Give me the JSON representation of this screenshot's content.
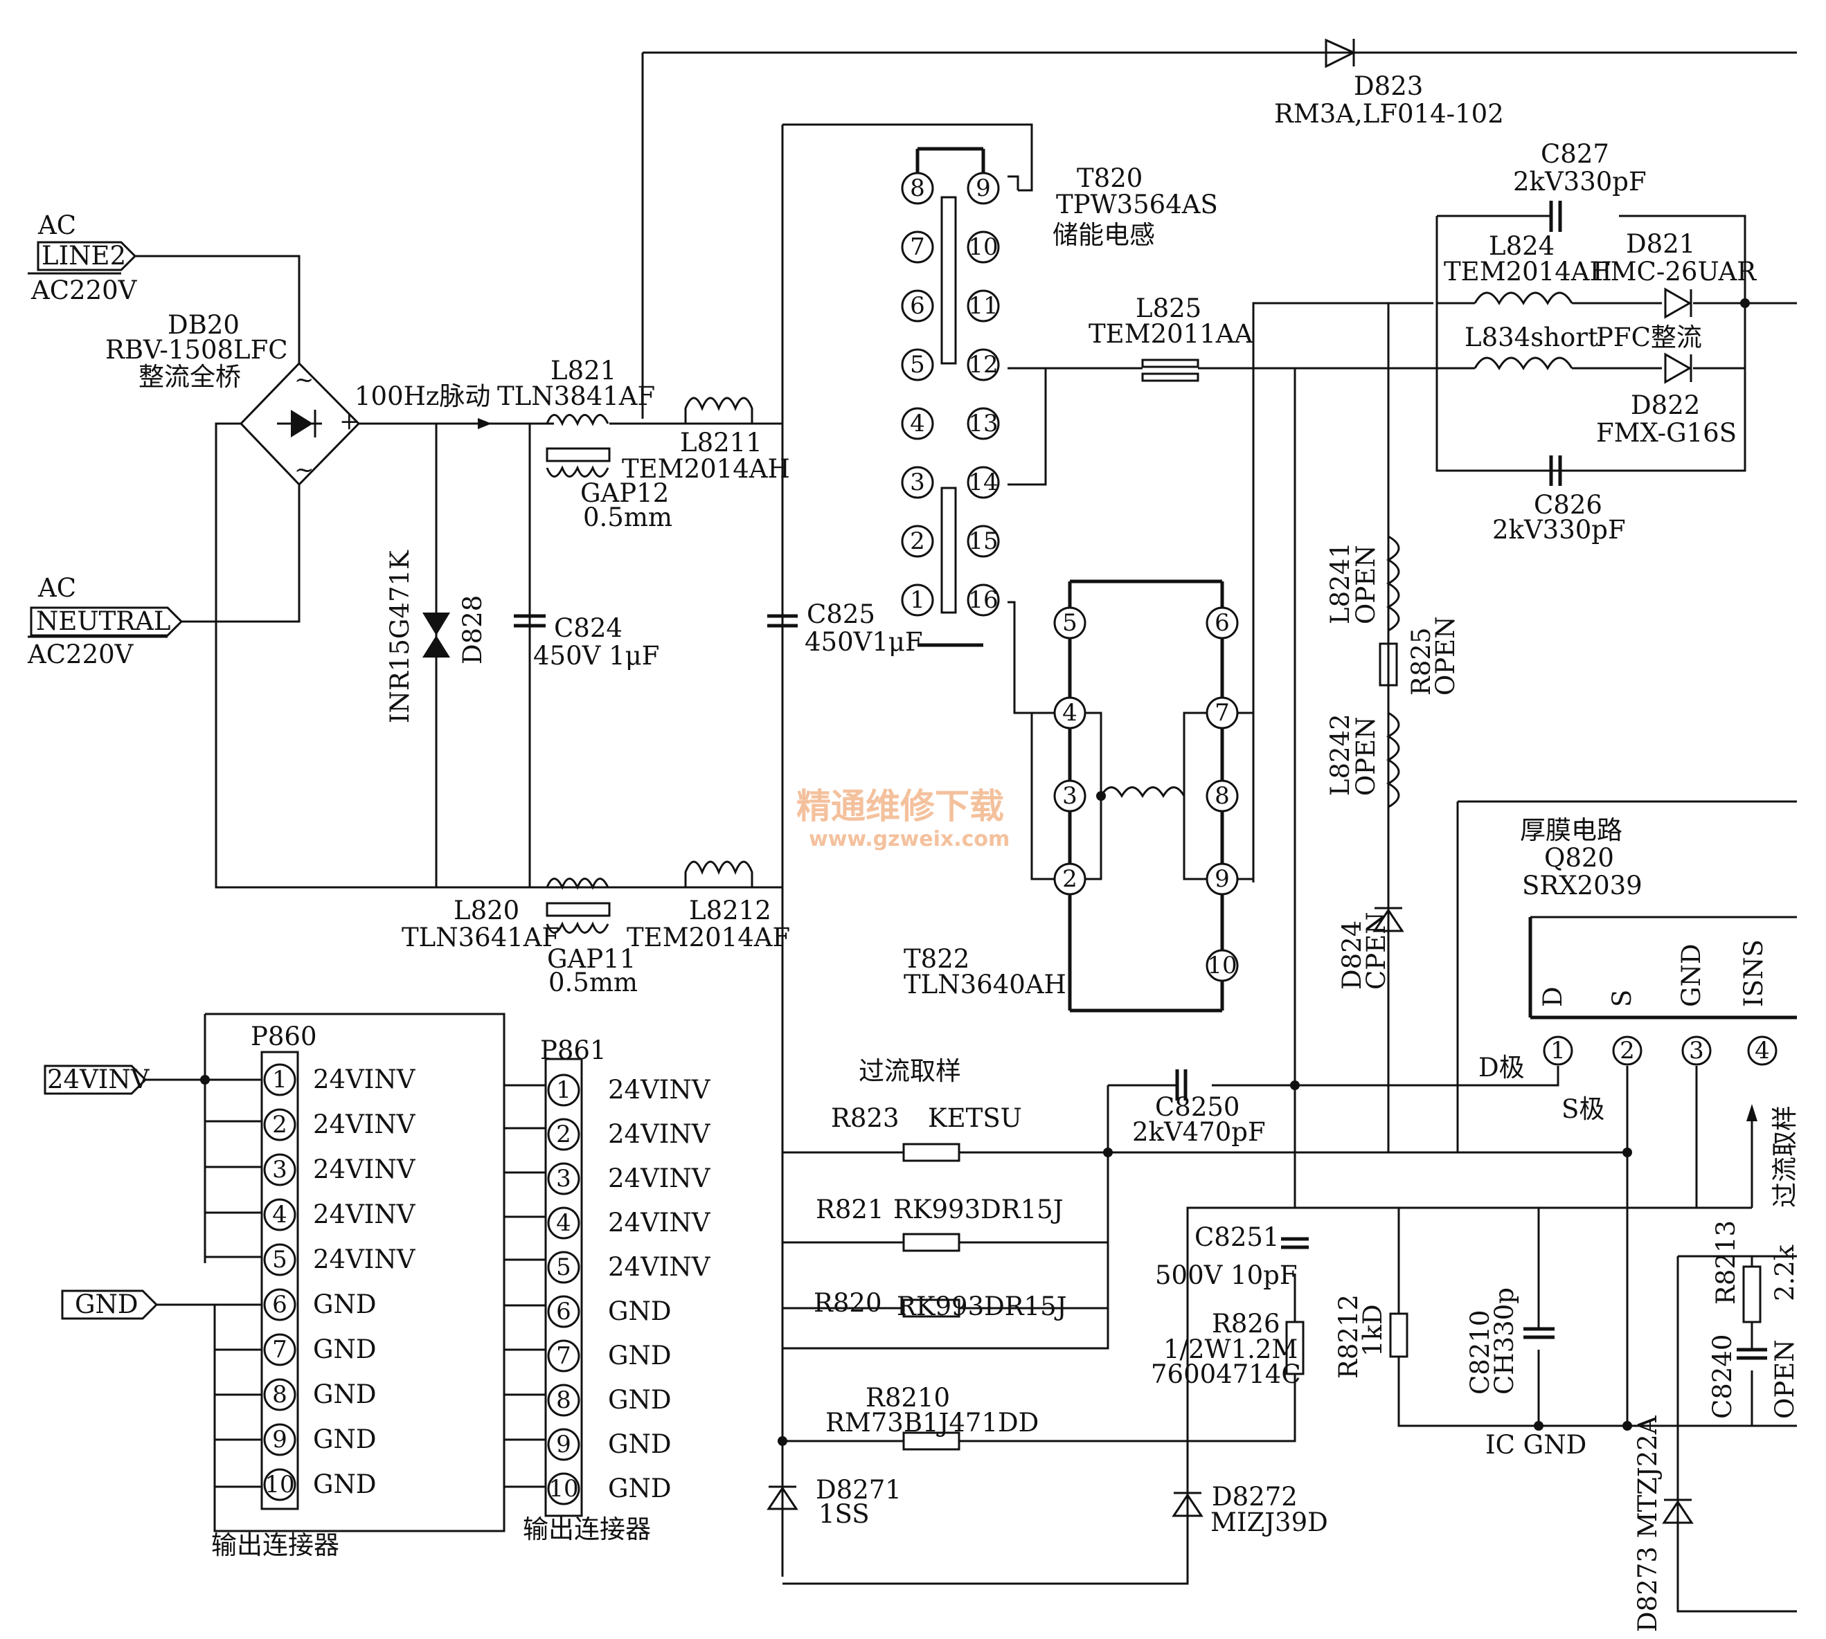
{
  "watermark": {
    "line1": "精通维修下载",
    "line2": "www.gzweix.com"
  },
  "input": {
    "ac_top": "AC",
    "line2_tag": "LINE2",
    "ac220_top": "AC220V",
    "ac_bottom": "AC",
    "neutral_tag": "NEUTRAL",
    "ac220_bottom": "AC220V",
    "v24_tag": "24VINV",
    "gnd_tag": "GND"
  },
  "rectifier": {
    "ref": "DB20",
    "part": "RBV-1508LFC",
    "desc": "整流全桥",
    "output_note": "100Hz脉动"
  },
  "varistor": {
    "part": "INR15G471K",
    "ref": "D828"
  },
  "caps": {
    "c824_ref": "C824",
    "c824_val": "450V 1μF",
    "c825_ref": "C825",
    "c825_val": "450V1μF",
    "c827_ref": "C827",
    "c827_val": "2kV330pF",
    "c826_ref": "C826",
    "c826_val": "2kV330pF",
    "c8250_ref": "C8250",
    "c8250_val": "2kV470pF",
    "c8251_ref": "C8251",
    "c8251_val": "500V 10pF",
    "c8210_ref": "C8210",
    "c8210_val": "CH330p",
    "c8240_ref": "C8240",
    "c8240_val": "OPEN"
  },
  "inductors": {
    "l821_ref": "L821",
    "l821_part": "TLN3841AF",
    "gap12": "GAP12",
    "gap12_val": "0.5mm",
    "l8211_ref": "L8211",
    "l8211_part": "TEM2014AH",
    "l820_ref": "L820",
    "l820_part": "TLN3641AF",
    "gap11": "GAP11",
    "gap11_val": "0.5mm",
    "l8212_ref": "L8212",
    "l8212_part": "TEM2014AF",
    "l825_ref": "L825",
    "l825_part": "TEM2011AA",
    "l824_ref": "L824",
    "l824_part": "TEM2014AH",
    "l834_ref": "L834short",
    "l8241_ref": "L8241",
    "l8241_val": "OPEN",
    "l8242_ref": "L8242",
    "l8242_val": "OPEN"
  },
  "transformers": {
    "t820_ref": "T820",
    "t820_part": "TPW3564AS",
    "t820_desc": "储能电感",
    "t822_ref": "T822",
    "t822_part": "TLN3640AH"
  },
  "diodes": {
    "d823_ref": "D823",
    "d823_part": "RM3A,LF014-102",
    "d821_ref": "D821",
    "d821_part": "FMC-26UAR",
    "pfc_note": "PFC整流",
    "d822_ref": "D822",
    "d822_part": "FMX-G16S",
    "d824_ref": "D824",
    "d824_val": "CPEN",
    "d8271_ref": "D8271",
    "d8271_part": "1SS",
    "d8272_ref": "D8272",
    "d8272_part": "MIZJ39D",
    "d8273_label": "D8273 MTZJ22A"
  },
  "resistors": {
    "r825_ref": "R825",
    "r825_val": "OPEN",
    "sense_note": "过流取样",
    "r823_ref": "R823",
    "r823_part": "KETSU",
    "r821_ref": "R821",
    "r821_part": "RK993DR15J",
    "r820_ref": "R820",
    "r820_part": "RK993DR15J",
    "r8210_ref": "R8210",
    "r8210_part": "RM73B1J471DD",
    "r826_ref": "R826",
    "r826_val1": "1/2W1.2M",
    "r826_val2": "76004714C",
    "r8212_ref": "R8212",
    "r8212_val": "1kD",
    "r8213_ref": "R8213",
    "r8213_val": "2.2k"
  },
  "ic": {
    "title": "厚膜电路",
    "ref": "Q820",
    "part": "SRX2039",
    "pins": [
      "D",
      "S",
      "GND",
      "ISNS"
    ],
    "d_pole": "D极",
    "s_pole": "S极",
    "isns_note": "过流取样",
    "ic_gnd": "IC GND"
  },
  "connectors": {
    "p860": "P860",
    "p861": "P861",
    "pins": [
      "24VINV",
      "24VINV",
      "24VINV",
      "24VINV",
      "24VINV",
      "GND",
      "GND",
      "GND",
      "GND",
      "GND"
    ],
    "caption": "输出连接器"
  }
}
